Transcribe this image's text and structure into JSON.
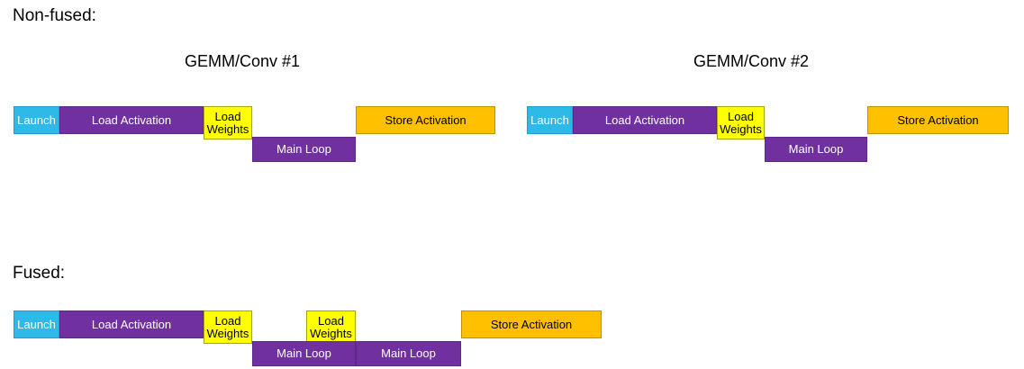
{
  "colors": {
    "launch": "#2FB9E9",
    "purple": "#7030A0",
    "yellow": "#FFFF00",
    "orange": "#FFC000"
  },
  "non_fused": {
    "label": "Non-fused:",
    "groups": [
      {
        "title": "GEMM/Conv #1",
        "blocks": [
          {
            "label": "Launch"
          },
          {
            "label": "Load Activation"
          },
          {
            "label": "Load Weights"
          },
          {
            "label": "Main Loop"
          },
          {
            "label": "Store Activation"
          }
        ]
      },
      {
        "title": "GEMM/Conv #2",
        "blocks": [
          {
            "label": "Launch"
          },
          {
            "label": "Load Activation"
          },
          {
            "label": "Load Weights"
          },
          {
            "label": "Main Loop"
          },
          {
            "label": "Store Activation"
          }
        ]
      }
    ]
  },
  "fused": {
    "label": "Fused:",
    "blocks": [
      {
        "label": "Launch"
      },
      {
        "label": "Load Activation"
      },
      {
        "label": "Load Weights"
      },
      {
        "label": "Load Weights"
      },
      {
        "label": "Main Loop"
      },
      {
        "label": "Main Loop"
      },
      {
        "label": "Store Activation"
      }
    ]
  }
}
